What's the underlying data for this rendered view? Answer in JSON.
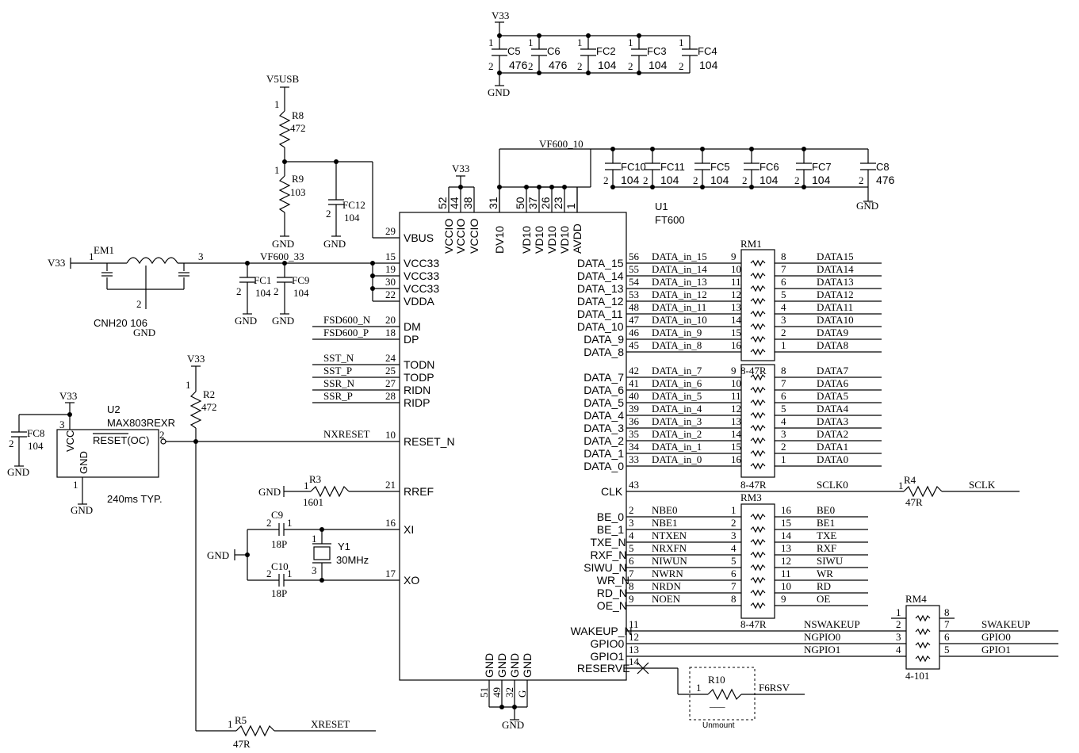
{
  "power": {
    "v33": "V33",
    "v5usb": "V5USB",
    "gnd": "GND",
    "vf600_33": "VF600_33",
    "vf600_10": "VF600_10"
  },
  "u1": {
    "ref": "U1",
    "part": "FT600",
    "top_pins": [
      {
        "num": "52",
        "name": "VCCIO"
      },
      {
        "num": "44",
        "name": "VCCIO"
      },
      {
        "num": "38",
        "name": "VCCIO"
      },
      {
        "num": "31",
        "name": "DV10"
      },
      {
        "num": "50",
        "name": "VD10"
      },
      {
        "num": "37",
        "name": "VD10"
      },
      {
        "num": "26",
        "name": "VD10"
      },
      {
        "num": "23",
        "name": "VD10"
      },
      {
        "num": "1",
        "name": "AVDD"
      }
    ],
    "left_pins": [
      {
        "num": "29",
        "name": "VBUS"
      },
      {
        "num": "15",
        "name": "VCC33"
      },
      {
        "num": "19",
        "name": "VCC33"
      },
      {
        "num": "30",
        "name": "VCC33"
      },
      {
        "num": "22",
        "name": "VDDA"
      },
      {
        "num": "20",
        "name": "DM",
        "net": "FSD600_N"
      },
      {
        "num": "18",
        "name": "DP",
        "net": "FSD600_P"
      },
      {
        "num": "24",
        "name": "TODN",
        "net": "SST_N"
      },
      {
        "num": "25",
        "name": "TODP",
        "net": "SST_P"
      },
      {
        "num": "27",
        "name": "RIDN",
        "net": "SSR_N"
      },
      {
        "num": "28",
        "name": "RIDP",
        "net": "SSR_P"
      },
      {
        "num": "10",
        "name": "RESET_N",
        "net": "NXRESET"
      },
      {
        "num": "21",
        "name": "RREF"
      },
      {
        "num": "16",
        "name": "XI"
      },
      {
        "num": "17",
        "name": "XO"
      }
    ],
    "bottom_pins": [
      {
        "num": "51",
        "name": "GND"
      },
      {
        "num": "49",
        "name": "GND"
      },
      {
        "num": "32",
        "name": "GND"
      },
      {
        "num": "G",
        "name": "GND"
      }
    ],
    "right_pins": {
      "data_hi": [
        {
          "name": "DATA_15",
          "num": "56",
          "net": "DATA_in_15",
          "rm": "9",
          "rmo": "8",
          "out": "DATA15"
        },
        {
          "name": "DATA_14",
          "num": "55",
          "net": "DATA_in_14",
          "rm": "10",
          "rmo": "7",
          "out": "DATA14"
        },
        {
          "name": "DATA_13",
          "num": "54",
          "net": "DATA_in_13",
          "rm": "11",
          "rmo": "6",
          "out": "DATA13"
        },
        {
          "name": "DATA_12",
          "num": "53",
          "net": "DATA_in_12",
          "rm": "12",
          "rmo": "5",
          "out": "DATA12"
        },
        {
          "name": "DATA_11",
          "num": "48",
          "net": "DATA_in_11",
          "rm": "13",
          "rmo": "4",
          "out": "DATA11"
        },
        {
          "name": "DATA_10",
          "num": "47",
          "net": "DATA_in_10",
          "rm": "14",
          "rmo": "3",
          "out": "DATA10"
        },
        {
          "name": "DATA_9",
          "num": "46",
          "net": "DATA_in_9",
          "rm": "15",
          "rmo": "2",
          "out": "DATA9"
        },
        {
          "name": "DATA_8",
          "num": "45",
          "net": "DATA_in_8",
          "rm": "16",
          "rmo": "1",
          "out": "DATA8"
        }
      ],
      "data_lo": [
        {
          "name": "DATA_7",
          "num": "42",
          "net": "DATA_in_7",
          "rm": "9",
          "rmo": "8",
          "out": "DATA7"
        },
        {
          "name": "DATA_6",
          "num": "41",
          "net": "DATA_in_6",
          "rm": "10",
          "rmo": "7",
          "out": "DATA6"
        },
        {
          "name": "DATA_5",
          "num": "40",
          "net": "DATA_in_5",
          "rm": "11",
          "rmo": "6",
          "out": "DATA5"
        },
        {
          "name": "DATA_4",
          "num": "39",
          "net": "DATA_in_4",
          "rm": "12",
          "rmo": "5",
          "out": "DATA4"
        },
        {
          "name": "DATA_3",
          "num": "36",
          "net": "DATA_in_3",
          "rm": "13",
          "rmo": "4",
          "out": "DATA3"
        },
        {
          "name": "DATA_2",
          "num": "35",
          "net": "DATA_in_2",
          "rm": "14",
          "rmo": "3",
          "out": "DATA2"
        },
        {
          "name": "DATA_1",
          "num": "34",
          "net": "DATA_in_1",
          "rm": "15",
          "rmo": "2",
          "out": "DATA1"
        },
        {
          "name": "DATA_0",
          "num": "33",
          "net": "DATA_in_0",
          "rm": "16",
          "rmo": "1",
          "out": "DATA0"
        }
      ],
      "clk": {
        "name": "CLK",
        "num": "43",
        "net": "SCLK0",
        "out": "SCLK"
      },
      "ctrl": [
        {
          "name": "BE_0",
          "num": "2",
          "net": "NBE0",
          "rm": "1",
          "rmo": "16",
          "out": "BE0"
        },
        {
          "name": "BE_1",
          "num": "3",
          "net": "NBE1",
          "rm": "2",
          "rmo": "15",
          "out": "BE1"
        },
        {
          "name": "TXE_N",
          "num": "4",
          "net": "NTXEN",
          "rm": "3",
          "rmo": "14",
          "out": "TXE"
        },
        {
          "name": "RXF_N",
          "num": "5",
          "net": "NRXFN",
          "rm": "4",
          "rmo": "13",
          "out": "RXF"
        },
        {
          "name": "SIWU_N",
          "num": "6",
          "net": "NIWUN",
          "rm": "5",
          "rmo": "12",
          "out": "SIWU"
        },
        {
          "name": "WR_N",
          "num": "7",
          "net": "NWRN",
          "rm": "6",
          "rmo": "11",
          "out": "WR"
        },
        {
          "name": "RD_N",
          "num": "8",
          "net": "NRDN",
          "rm": "7",
          "rmo": "10",
          "out": "RD"
        },
        {
          "name": "OE_N",
          "num": "9",
          "net": "NOEN",
          "rm": "8",
          "rmo": "9",
          "out": "OE"
        }
      ],
      "misc": [
        {
          "name": "WAKEUP_N",
          "num": "11",
          "net": "NSWAKEUP",
          "rm": "2",
          "rmo": "7",
          "out": "SWAKEUP"
        },
        {
          "name": "GPIO0",
          "num": "12",
          "net": "NGPIO0",
          "rm": "3",
          "rmo": "6",
          "out": "GPIO0"
        },
        {
          "name": "GPIO1",
          "num": "13",
          "net": "NGPIO1",
          "rm": "4",
          "rmo": "5",
          "out": "GPIO1"
        },
        {
          "name": "RESERVE",
          "num": "14"
        }
      ]
    }
  },
  "rm": {
    "rm1": {
      "ref": "RM1",
      "value": "8-47R"
    },
    "rm2": {
      "value": "8-47R"
    },
    "rm3": {
      "ref": "RM3",
      "value": "8-47R"
    },
    "rm3_top_value": "8-47R",
    "rm4": {
      "ref": "RM4",
      "value": "4-101",
      "pin1": "1",
      "pin8": "8"
    }
  },
  "caps_top": [
    {
      "ref": "C5",
      "value": "476",
      "p1": "1",
      "p2": "2"
    },
    {
      "ref": "C6",
      "value": "476",
      "p1": "1",
      "p2": "2"
    },
    {
      "ref": "FC2",
      "value": "104",
      "p1": "1",
      "p2": "2"
    },
    {
      "ref": "FC3",
      "value": "104",
      "p1": "1",
      "p2": "2"
    },
    {
      "ref": "FC4",
      "value": "104",
      "p1": "1",
      "p2": "2"
    }
  ],
  "caps_vd10": [
    {
      "ref": "FC10",
      "value": "104"
    },
    {
      "ref": "FC11",
      "value": "104"
    },
    {
      "ref": "FC5",
      "value": "104"
    },
    {
      "ref": "FC6",
      "value": "104"
    },
    {
      "ref": "FC7",
      "value": "104"
    },
    {
      "ref": "C8",
      "value": "476"
    }
  ],
  "pin_one": "1",
  "pin_two": "2",
  "pin_three": "3",
  "r8": {
    "ref": "R8",
    "value": "472"
  },
  "r9": {
    "ref": "R9",
    "value": "103"
  },
  "fc12": {
    "ref": "FC12",
    "value": "104"
  },
  "em1": {
    "ref": "EM1",
    "part": "CNH20 106",
    "pin1": "1",
    "pin2": "2",
    "pin3": "3"
  },
  "fc1": {
    "ref": "FC1",
    "value": "104"
  },
  "fc9": {
    "ref": "FC9",
    "value": "104"
  },
  "u2": {
    "ref": "U2",
    "part": "MAX803REXR",
    "vcc": "VCC",
    "gnd": "GND",
    "reset": "RESET(OC)",
    "pin_vcc": "3",
    "pin_gnd": "1",
    "pin_reset": "2",
    "note": "240ms TYP."
  },
  "fc8": {
    "ref": "FC8",
    "value": "104"
  },
  "r2": {
    "ref": "R2",
    "value": "472"
  },
  "r3": {
    "ref": "R3",
    "value": "1601"
  },
  "c9": {
    "ref": "C9",
    "value": "18P"
  },
  "c10": {
    "ref": "C10",
    "value": "18P"
  },
  "y1": {
    "ref": "Y1",
    "value": "30MHz",
    "p1": "1",
    "p3": "3"
  },
  "r4": {
    "ref": "R4",
    "value": "47R"
  },
  "r5": {
    "ref": "R5",
    "value": "47R",
    "net": "XRESET"
  },
  "r10": {
    "ref": "R10",
    "value": "___",
    "note": "Unmount",
    "net": "F6RSV"
  }
}
